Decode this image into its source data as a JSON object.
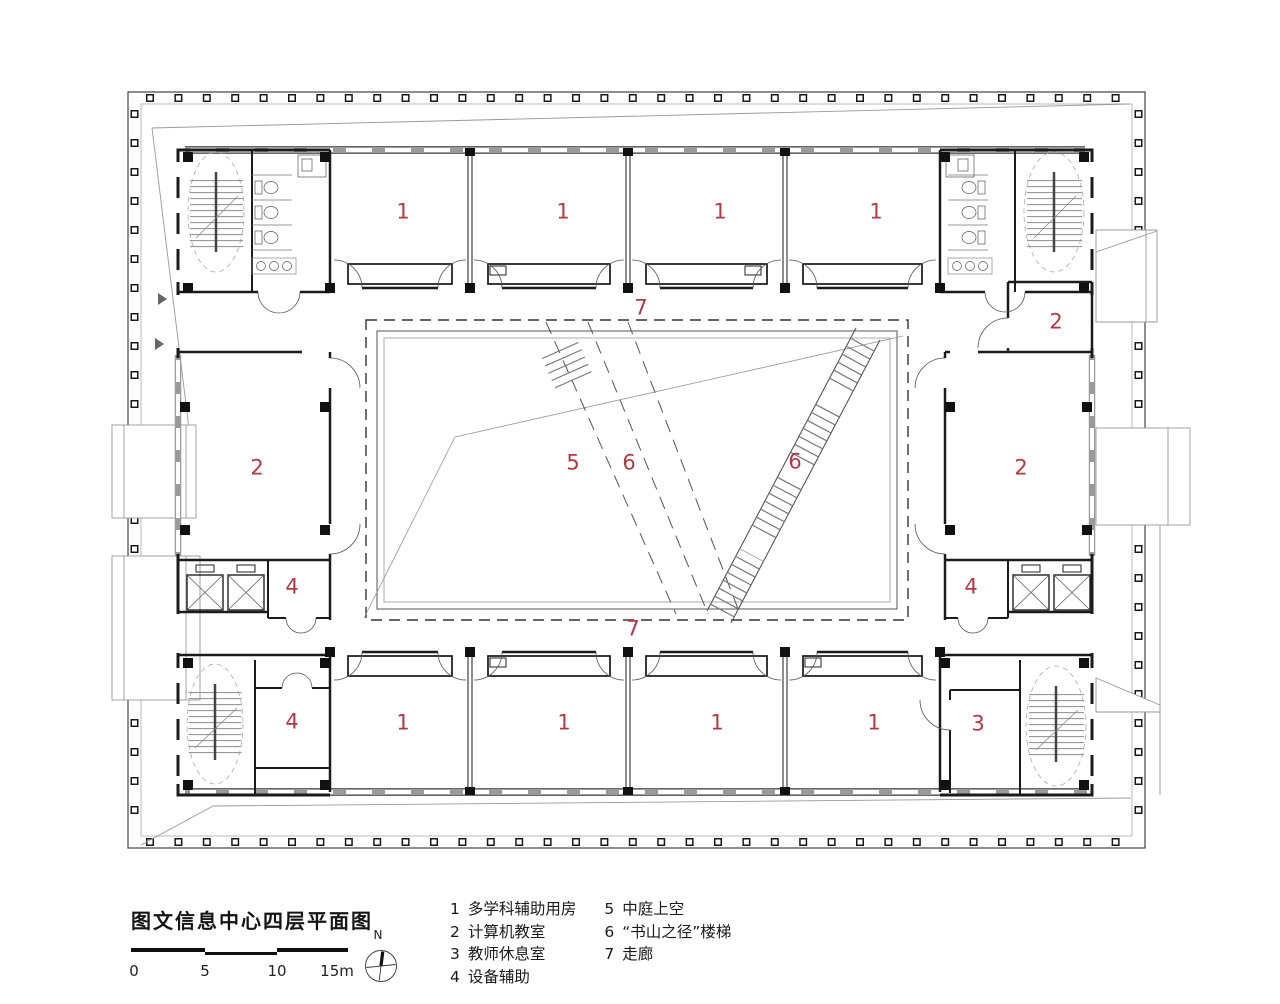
{
  "title": "图文信息中心四层平面图",
  "north_label": "N",
  "scale_bar": {
    "ticks": [
      "0",
      "5",
      "10",
      "15m"
    ]
  },
  "legend": {
    "items": [
      {
        "num": "1",
        "label": "多学科辅助用房"
      },
      {
        "num": "2",
        "label": "计算机教室"
      },
      {
        "num": "3",
        "label": "教师休息室"
      },
      {
        "num": "4",
        "label": "设备辅助"
      },
      {
        "num": "5",
        "label": "中庭上空"
      },
      {
        "num": "6",
        "label": "“书山之径”楼梯"
      },
      {
        "num": "7",
        "label": "走廊"
      }
    ]
  },
  "plan": {
    "labels": [
      {
        "id": "room-1-top-a",
        "text": "1"
      },
      {
        "id": "room-1-top-b",
        "text": "1"
      },
      {
        "id": "room-1-top-c",
        "text": "1"
      },
      {
        "id": "room-1-top-d",
        "text": "1"
      },
      {
        "id": "corridor-top",
        "text": "7"
      },
      {
        "id": "room-2-top-right",
        "text": "2"
      },
      {
        "id": "room-2-left",
        "text": "2"
      },
      {
        "id": "atrium-void",
        "text": "5"
      },
      {
        "id": "book-stair-center",
        "text": "6"
      },
      {
        "id": "book-stair-right",
        "text": "6"
      },
      {
        "id": "room-2-right",
        "text": "2"
      },
      {
        "id": "room-4-left",
        "text": "4"
      },
      {
        "id": "room-4-right",
        "text": "4"
      },
      {
        "id": "corridor-bottom",
        "text": "7"
      },
      {
        "id": "room-4-bottom-left",
        "text": "4"
      },
      {
        "id": "room-1-bottom-a",
        "text": "1"
      },
      {
        "id": "room-1-bottom-b",
        "text": "1"
      },
      {
        "id": "room-1-bottom-c",
        "text": "1"
      },
      {
        "id": "room-1-bottom-d",
        "text": "1"
      },
      {
        "id": "room-3-bottom-right",
        "text": "3"
      }
    ]
  },
  "colors": {
    "room_label": "#b23843",
    "wall": "#1b1b1b",
    "window_band": "#9a9a9a",
    "light_line": "#999999"
  }
}
